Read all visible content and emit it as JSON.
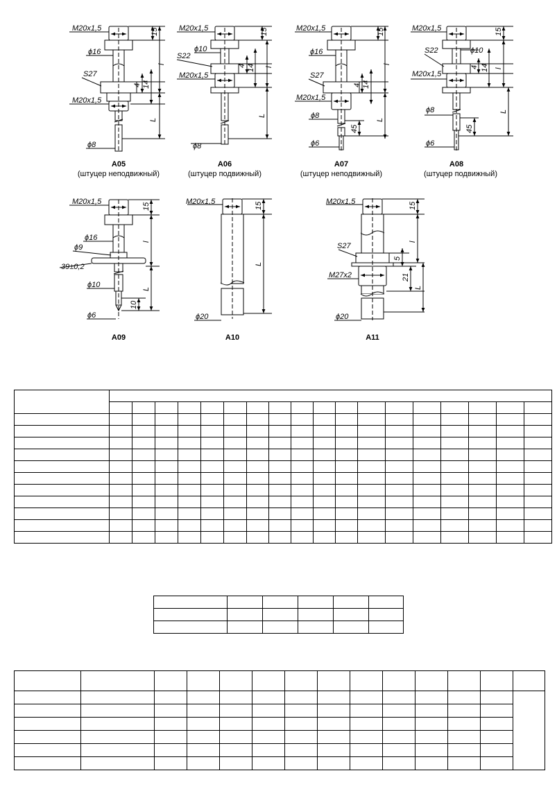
{
  "drawings": {
    "A05": {
      "code": "A05",
      "caption": "(штуцер неподвижный)",
      "thread_top": "M20x1,5",
      "dim_15": "15",
      "dia_body": "ϕ16",
      "hex": "S27",
      "dim_4": "4",
      "dim_14": "14",
      "thread_bottom": "M20x1,5",
      "dia_probe": "ϕ8",
      "len_l": "l",
      "len_L": "L"
    },
    "A06": {
      "code": "A06",
      "caption": "(штуцер подвижный)",
      "thread_top": "M20x1,5",
      "dim_15": "15",
      "dia_body": "ϕ10",
      "hex": "S22",
      "dim_4": "4",
      "dim_14": "14",
      "thread_mid": "M20x1,5",
      "dia_probe": "ϕ8",
      "len_l": "l",
      "len_L": "L"
    },
    "A07": {
      "code": "A07",
      "caption": "(штуцер неподвижный)",
      "thread_top": "M20x1,5",
      "dim_15": "15",
      "dia_body": "ϕ16",
      "hex": "S27",
      "dim_4": "4",
      "dim_14": "14",
      "thread_bottom": "M20x1,5",
      "dia_probe": "ϕ8",
      "dim_45": "45",
      "dia_tip": "ϕ6",
      "len_l": "l",
      "len_L": "L"
    },
    "A08": {
      "code": "A08",
      "caption": "(штуцер подвижный)",
      "thread_top": "M20x1,5",
      "dim_15": "15",
      "hex": "S22",
      "dia_body": "ϕ10",
      "thread_mid": "M20x1,5",
      "dim_4": "4",
      "dim_14": "14",
      "dia_probe": "ϕ8",
      "dim_45": "45",
      "dia_tip": "ϕ6",
      "len_l": "l",
      "len_L": "L"
    },
    "A09": {
      "code": "A09",
      "thread_top": "M20x1,5",
      "dim_15": "15",
      "dia_body": "ϕ16",
      "dia_9": "ϕ9",
      "flange": "39±0,2",
      "dia_10": "ϕ10",
      "dim_10": "10",
      "dia_tip": "ϕ6",
      "len_l": "l",
      "len_L": "L"
    },
    "A10": {
      "code": "A10",
      "thread_top": "M20x1,5",
      "dim_15": "15",
      "len_L": "L",
      "dia_body": "ϕ20"
    },
    "A11": {
      "code": "A11",
      "thread_top": "M20x1,5",
      "dim_15": "15",
      "hex": "S27",
      "dim_5": "5",
      "thread_mid": "M27x2",
      "dim_21": "21",
      "dia_body": "ϕ20",
      "len_l": "l",
      "len_L": "L"
    }
  },
  "tables": {
    "t1": {
      "header_rows": 2,
      "body_rows": 11
    },
    "t2": {
      "rows": 3
    },
    "t3": {
      "rows": 7
    }
  }
}
